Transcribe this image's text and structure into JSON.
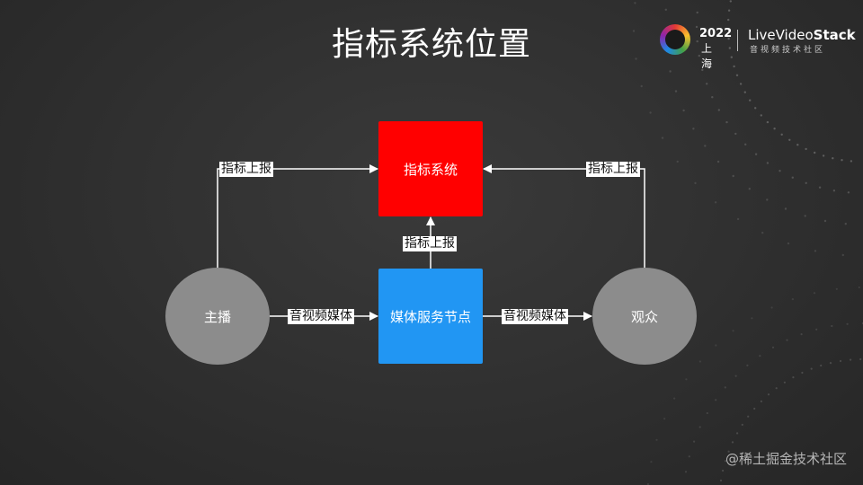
{
  "slide": {
    "title": "指标系统位置"
  },
  "logo": {
    "year": "2022",
    "city": "上海",
    "brand": "LiveVideoStack",
    "brand_prefix": "LiveVideo",
    "brand_suffix": "Stack",
    "subtitle": "音视频技术社区"
  },
  "diagram": {
    "nodes": {
      "metrics": "指标系统",
      "media_node": "媒体服务节点",
      "host": "主播",
      "audience": "观众"
    },
    "edges": {
      "host_to_metrics": "指标上报",
      "audience_to_metrics": "指标上报",
      "media_to_metrics": "指标上报",
      "host_to_media": "音视频媒体",
      "media_to_audience": "音视频媒体"
    }
  },
  "colors": {
    "metrics_node": "#ff0000",
    "media_node": "#2196f3",
    "endpoint_node": "#8c8c8c"
  },
  "watermark": "@稀土掘金技术社区"
}
